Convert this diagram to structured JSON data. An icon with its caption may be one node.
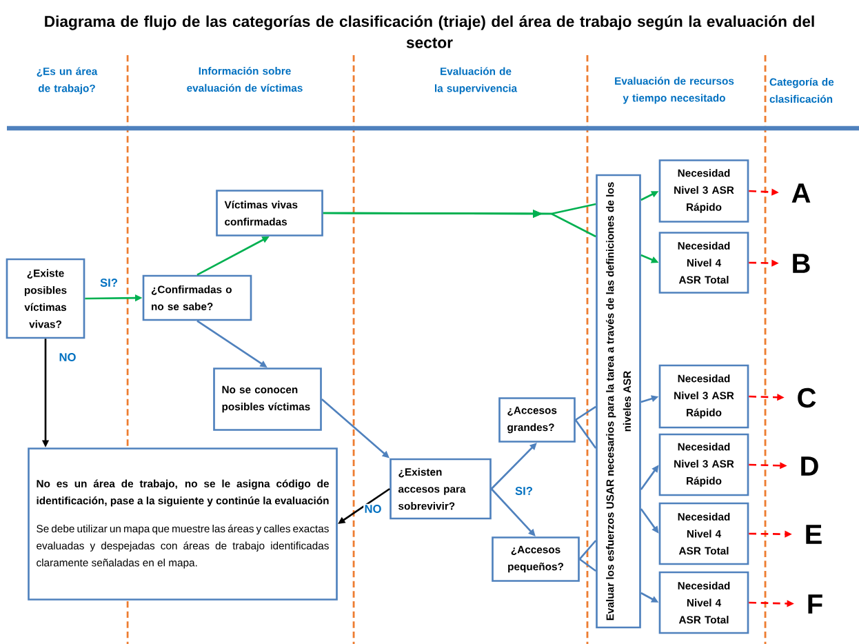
{
  "diagram": {
    "title": "Diagrama de flujo de las categorías de clasificación (triaje) del área de trabajo según la evaluación del sector",
    "nodes": [
      {
        "text": [
          "¿Existe posibles víctimas vivas?"
        ]
      },
      {
        "text": [
          "¿Confirmadas o no se sabe?"
        ]
      },
      {
        "text": [
          "Víctimas vivas confirmadas"
        ]
      },
      {
        "text": [
          "No se conocen posibles víctimas"
        ]
      },
      {
        "text": [
          "No es un área de trabajo, no se le asigna código de identificación, pase a la siguiente y continúe la evaluación",
          "Se debe utilizar un mapa que muestre las áreas y calles exactas evaluadas y despejadas con áreas de trabajo identificadas claramente señaladas en el mapa."
        ]
      },
      {
        "text": [
          "¿Existen accesos para sobrevivir?"
        ]
      },
      {
        "text": [
          "¿Accesos grandes?"
        ]
      },
      {
        "text": [
          "¿Accesos pequeños?"
        ]
      },
      {
        "text": [
          "Evaluar los esfuerzos USAR necesarios para la tarea a través de las definiciones de los niveles ASR"
        ]
      },
      {
        "text": [
          "Necesidad Nivel 3 ASR Rápido"
        ]
      },
      {
        "text": [
          "Necesidad Nivel 4 ASR Total"
        ]
      },
      {
        "text": [
          "Necesidad Nivel 3 ASR Rápido"
        ]
      },
      {
        "text": [
          "Necesidad Nivel 3 ASR Rápido"
        ]
      },
      {
        "text": [
          "Necesidad Nivel 4 ASR Total"
        ]
      },
      {
        "text": [
          "Necesidad Nivel 4 ASR Total"
        ]
      },
      {
        "text": [
          "A"
        ]
      },
      {
        "text": [
          "B"
        ]
      },
      {
        "text": [
          "C"
        ]
      },
      {
        "text": [
          "D"
        ]
      },
      {
        "text": [
          "E"
        ]
      },
      {
        "text": [
          "F"
        ]
      }
    ],
    "edges": [
      {
        "from": 0,
        "to": 1,
        "arrow": "to",
        "label": "SI?",
        "color": "#00b050"
      },
      {
        "from": 0,
        "to": 4,
        "arrow": "to",
        "label": "NO",
        "color": "#000000"
      },
      {
        "from": 1,
        "to": 2,
        "arrow": "to",
        "color": "#00b050"
      },
      {
        "from": 1,
        "to": 3,
        "arrow": "to"
      },
      {
        "from": 2,
        "to": 8,
        "arrow": "to",
        "color": "#00b050"
      },
      {
        "from": 2,
        "to": 8,
        "arrow": "to",
        "color": "#00b050"
      },
      {
        "from": 8,
        "to": 9,
        "arrow": "to",
        "color": "#00b050"
      },
      {
        "from": 8,
        "to": 10,
        "arrow": "to",
        "color": "#00b050"
      },
      {
        "from": 3,
        "to": 5,
        "arrow": "to"
      },
      {
        "from": 5,
        "to": 4,
        "arrow": "to",
        "label": "NO",
        "color": "#000000"
      },
      {
        "from": 5,
        "to": 6,
        "arrow": "to",
        "label": "SI?"
      },
      {
        "from": 5,
        "to": 7,
        "arrow": "to"
      },
      {
        "from": 6,
        "to": 8,
        "arrow": "none"
      },
      {
        "from": 6,
        "to": 8,
        "arrow": "none"
      },
      {
        "from": 7,
        "to": 8,
        "arrow": "none"
      },
      {
        "from": 7,
        "to": 8,
        "arrow": "none"
      },
      {
        "from": 8,
        "to": 11,
        "arrow": "to"
      },
      {
        "from": 8,
        "to": 12,
        "arrow": "to"
      },
      {
        "from": 8,
        "to": 13,
        "arrow": "to"
      },
      {
        "from": 8,
        "to": 14,
        "arrow": "to"
      },
      {
        "from": 9,
        "to": 15,
        "arrow": "to",
        "style": "dashed",
        "color": "#ff0000"
      },
      {
        "from": 10,
        "to": 16,
        "arrow": "to",
        "style": "dashed",
        "color": "#ff0000"
      },
      {
        "from": 11,
        "to": 17,
        "arrow": "to",
        "style": "dashed",
        "color": "#ff0000"
      },
      {
        "from": 12,
        "to": 18,
        "arrow": "to",
        "style": "dashed",
        "color": "#ff0000"
      },
      {
        "from": 13,
        "to": 19,
        "arrow": "to",
        "style": "dashed",
        "color": "#ff0000"
      },
      {
        "from": 14,
        "to": 20,
        "arrow": "to",
        "style": "dashed",
        "color": "#ff0000"
      }
    ],
    "labels": [
      "¿Es un área de trabajo?",
      "Información sobre evaluación de víctimas",
      "Evaluación de la supervivencia",
      "Evaluación de recursos y tiempo necesitado",
      "Categoría de clasificación"
    ]
  }
}
